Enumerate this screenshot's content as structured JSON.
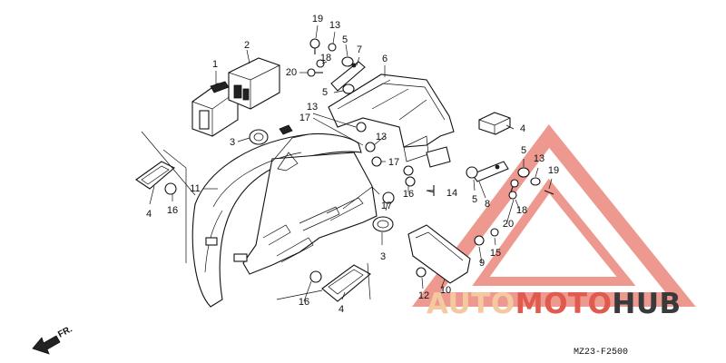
{
  "diagram": {
    "code": "MZ23-F2500",
    "direction_label": "FR.",
    "callouts": [
      "1",
      "2",
      "3",
      "4",
      "5",
      "6",
      "7",
      "8",
      "9",
      "10",
      "11",
      "12",
      "13",
      "14",
      "15",
      "16",
      "17",
      "18",
      "19",
      "20"
    ]
  },
  "watermark": {
    "part1": "AUTO",
    "part2": "MOTO",
    "part3": "HUB",
    "color_light": "#f5c9a0",
    "color_red": "#e05a4e",
    "color_dark": "#3a3a3a"
  }
}
